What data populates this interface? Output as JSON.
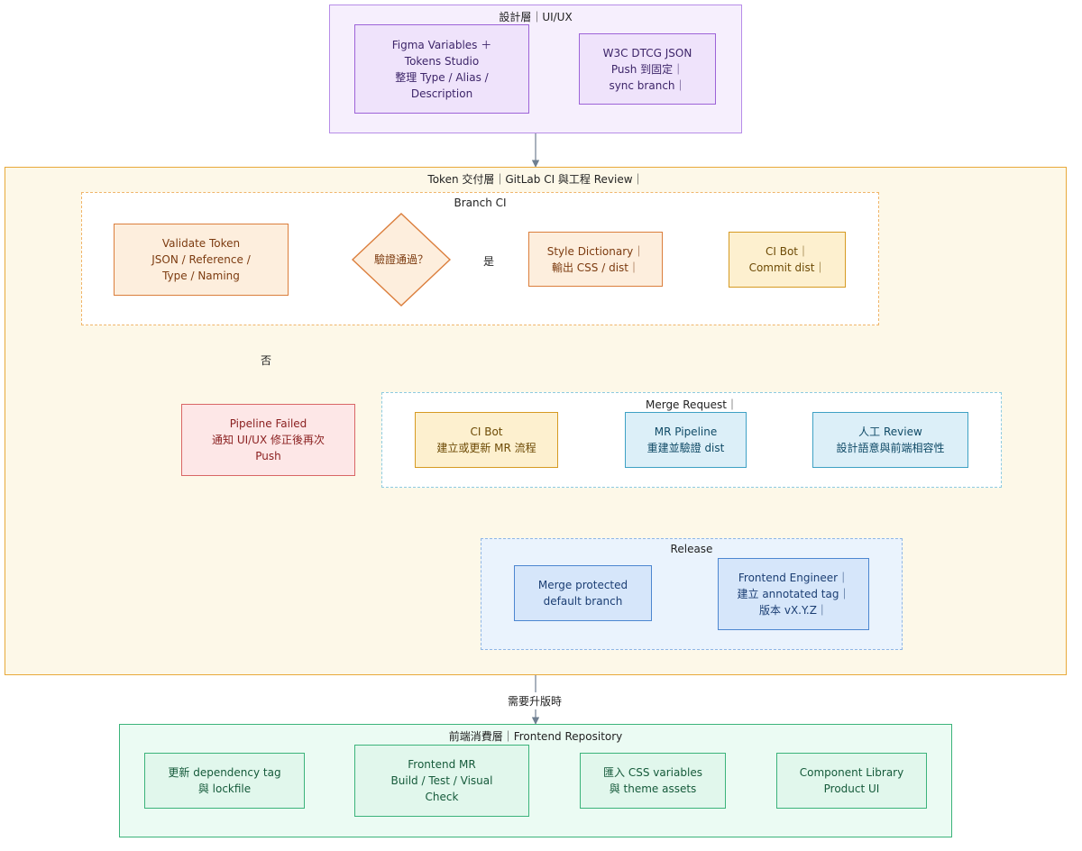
{
  "groups": {
    "design": "設計層｜UI/UX",
    "token": "Token 交付層｜GitLab CI 與工程 Review｜",
    "branch_ci": "Branch CI",
    "merge_request": "Merge Request｜",
    "release": "Release",
    "frontend": "前端消費層｜Frontend Repository"
  },
  "nodes": {
    "figma": [
      "Figma Variables ＋",
      "Tokens Studio",
      "整理 Type / Alias /",
      "Description"
    ],
    "w3c": [
      "W3C DTCG JSON",
      "Push 到固定｜",
      "sync branch｜"
    ],
    "validate": [
      "Validate Token",
      "JSON / Reference /",
      "Type / Naming"
    ],
    "decision": "驗證通過？",
    "style_dictionary": [
      "Style Dictionary｜",
      "輸出 CSS / dist｜"
    ],
    "ci_bot_commit": [
      "CI Bot｜",
      "Commit dist｜"
    ],
    "pipeline_failed": [
      "Pipeline Failed",
      "通知 UI/UX 修正後再次",
      "Push"
    ],
    "ci_bot_mr": [
      "CI Bot",
      "建立或更新 MR 流程"
    ],
    "mr_pipeline": [
      "MR Pipeline",
      "重建並驗證 dist"
    ],
    "review": [
      "人工 Review",
      "設計語意與前端相容性"
    ],
    "merge_protected": [
      "Merge protected",
      "default branch"
    ],
    "frontend_engineer": [
      "Frontend Engineer｜",
      "建立 annotated tag｜",
      "版本 vX.Y.Z｜"
    ],
    "update_dep": [
      "更新 dependency tag",
      "與 lockfile"
    ],
    "frontend_mr": [
      "Frontend MR",
      "Build / Test / Visual",
      "Check"
    ],
    "import_css": [
      "匯入 CSS variables",
      "與 theme assets"
    ],
    "component_lib": [
      "Component Library",
      "Product UI"
    ]
  },
  "edge_labels": {
    "yes": "是",
    "no": "否",
    "need_release": "需要升版時"
  },
  "colors": {
    "design_fill": "#f6effd",
    "design_border": "#b78de8",
    "token_fill": "#fdf8e8",
    "token_border": "#e8a93a",
    "frontend_fill": "#ebfbf3",
    "frontend_border": "#3bb37a",
    "release_fill": "#eaf3fd",
    "arrow": "#6f7f91"
  }
}
